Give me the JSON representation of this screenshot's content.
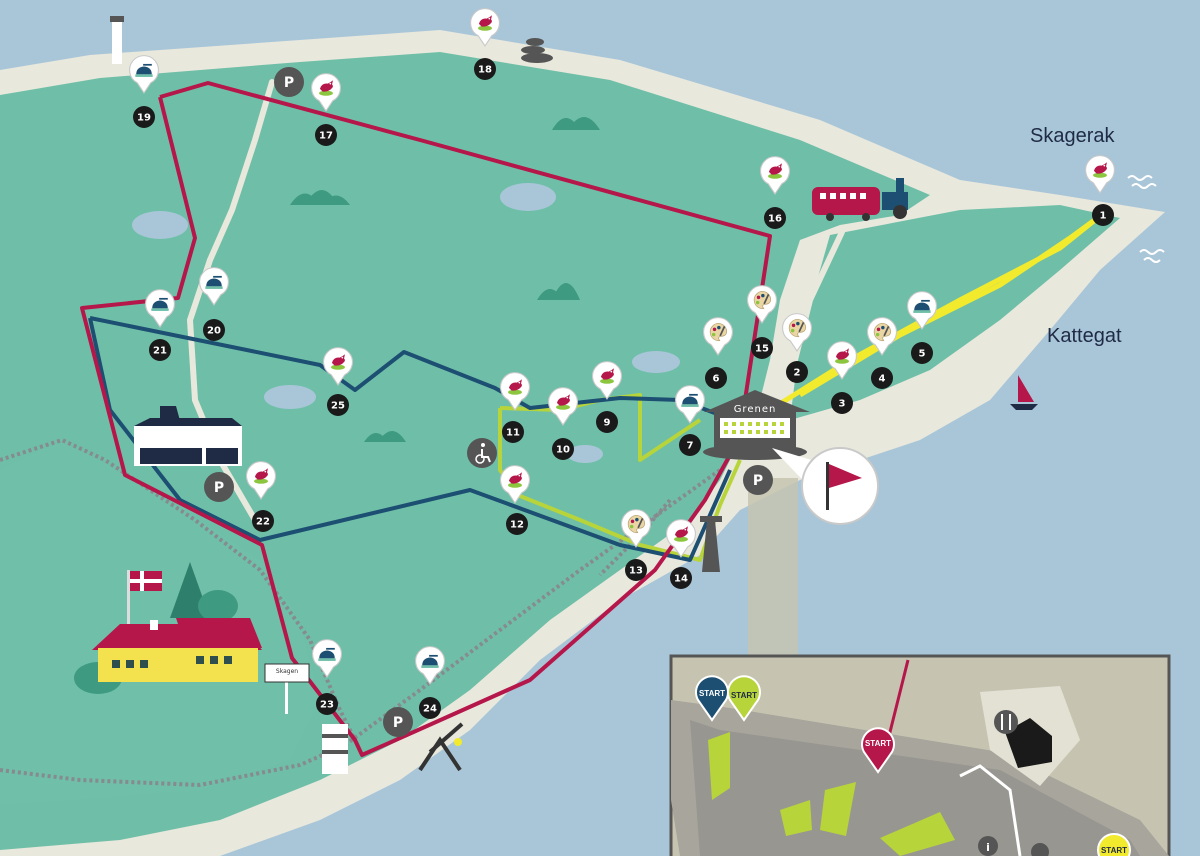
{
  "labels": {
    "skagerak": "Skagerak",
    "kattegat": "Kattegat",
    "grenen": "Grenen",
    "parking": "P",
    "start": "START",
    "sign": "Skagen"
  },
  "colors": {
    "sea": "#a9c6d9",
    "land": "#6fbfa8",
    "beach": "#e9e8dc",
    "route_red": "#b5174b",
    "route_navy": "#1c4f72",
    "route_green": "#b7d43a",
    "route_yellow": "#f2ea2d",
    "path_grey": "#858b8e"
  },
  "markers": [
    {
      "num": "1",
      "icon": "bird-icon"
    },
    {
      "num": "2",
      "icon": "palette-icon"
    },
    {
      "num": "3",
      "icon": "bird-icon"
    },
    {
      "num": "4",
      "icon": "palette-icon"
    },
    {
      "num": "5",
      "icon": "bunker-icon"
    },
    {
      "num": "6",
      "icon": "palette-icon"
    },
    {
      "num": "7",
      "icon": "bunker-icon"
    },
    {
      "num": "9",
      "icon": "bird-icon"
    },
    {
      "num": "10",
      "icon": "bird-icon"
    },
    {
      "num": "11",
      "icon": "bird-icon"
    },
    {
      "num": "12",
      "icon": "bird-icon"
    },
    {
      "num": "13",
      "icon": "palette-icon"
    },
    {
      "num": "14",
      "icon": "bird-icon"
    },
    {
      "num": "15",
      "icon": "palette-icon"
    },
    {
      "num": "16",
      "icon": "bird-icon"
    },
    {
      "num": "17",
      "icon": "bird-icon"
    },
    {
      "num": "18",
      "icon": "bird-icon"
    },
    {
      "num": "19",
      "icon": "bunker-icon"
    },
    {
      "num": "20",
      "icon": "bunker-icon"
    },
    {
      "num": "21",
      "icon": "bunker-icon"
    },
    {
      "num": "22",
      "icon": "bird-icon"
    },
    {
      "num": "23",
      "icon": "bunker-icon"
    },
    {
      "num": "24",
      "icon": "bunker-icon"
    },
    {
      "num": "25",
      "icon": "bird-icon"
    }
  ]
}
